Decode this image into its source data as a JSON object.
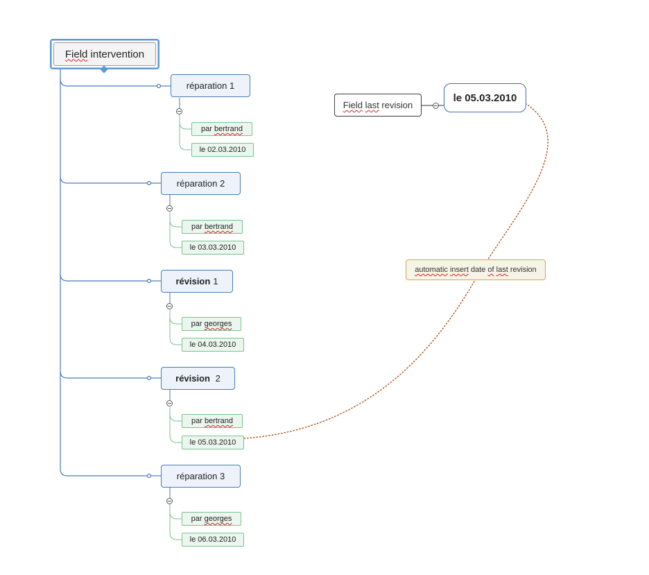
{
  "root": {
    "label_prefix": "Field",
    "label_rest": " intervention"
  },
  "branches": [
    {
      "title": "réparation 1",
      "author_prefix": "par ",
      "author": "bertrand",
      "date": "le 02.03.2010"
    },
    {
      "title": "réparation 2",
      "author_prefix": "par ",
      "author": "bertrand",
      "date": "le 03.03.2010"
    },
    {
      "title_bold": "révision",
      "title_rest": "1",
      "author_prefix": "par ",
      "author": "georges",
      "date": "le 04.03.2010"
    },
    {
      "title_bold": "révision",
      "title_rest": " 2",
      "author_prefix": "par ",
      "author": "bertrand",
      "date": "le 05.03.2010"
    },
    {
      "title": "réparation 3",
      "author_prefix": "par ",
      "author": "georges",
      "date": "le 06.03.2010"
    }
  ],
  "field": {
    "label_w1": "Field",
    "label_w2": "last",
    "label_w3": " revision",
    "value": "le 05.03.2010"
  },
  "note": {
    "w1": "automatic",
    "w2": "insert",
    "w3": " date ",
    "w4": "of",
    "w5": "last",
    "w6": " revision"
  },
  "colors": {
    "branch_line": "#4a7ab8",
    "leaf_line": "#79c28e",
    "relationship": "#b5501e"
  }
}
